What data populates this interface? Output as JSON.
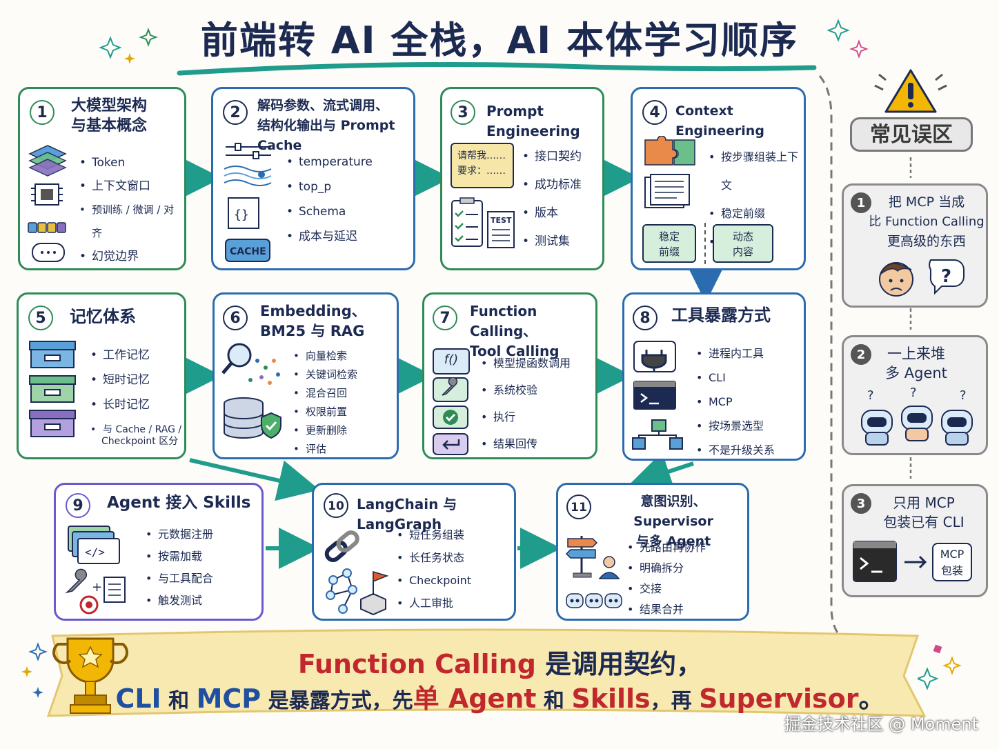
{
  "title": "前端转 AI 全栈，AI 本体学习顺序",
  "colors": {
    "green": "#2e8b57",
    "blue": "#2b6cb0",
    "purple": "#6a5acd",
    "arrow": "#1f9c8c",
    "red": "#c0282d"
  },
  "steps": [
    {
      "n": "1",
      "title1": "大模型架构",
      "title2": "与基本概念",
      "items": [
        "Token",
        "上下文窗口",
        "预训练 / 微调 / 对齐",
        "幻觉边界"
      ]
    },
    {
      "n": "2",
      "title1": "解码参数、流式调用、",
      "title2": "结构化输出与 Prompt Cache",
      "items": [
        "temperature",
        "top_p",
        "Schema",
        "成本与延迟"
      ],
      "cache": "CACHE"
    },
    {
      "n": "3",
      "title1": "Prompt Engineering",
      "items": [
        "接口契约",
        "成功标准",
        "版本",
        "测试集"
      ],
      "note1": "请帮我……",
      "note2": "要求：……",
      "test": "TEST"
    },
    {
      "n": "4",
      "title1": "Context Engineering",
      "items": [
        "按步骤组装上下文",
        "稳定前缀",
        "动态内容"
      ],
      "tag1a": "稳定",
      "tag1b": "前缀",
      "tag2a": "动态",
      "tag2b": "内容"
    },
    {
      "n": "5",
      "title1": "记忆体系",
      "items": [
        "工作记忆",
        "短时记忆",
        "长时记忆",
        "与 Cache / RAG /"
      ],
      "item_cont": "Checkpoint 区分"
    },
    {
      "n": "6",
      "title1": "Embedding、",
      "title2": "BM25 与 RAG",
      "items": [
        "向量检索",
        "关键词检索",
        "混合召回",
        "权限前置",
        "更新删除",
        "评估"
      ]
    },
    {
      "n": "7",
      "title1": "Function Calling、",
      "title2": "Tool Calling",
      "items": [
        "模型提函数调用",
        "系统校验",
        "执行",
        "结果回传"
      ],
      "fx": "f()"
    },
    {
      "n": "8",
      "title1": "工具暴露方式",
      "items": [
        "进程内工具",
        "CLI",
        "MCP",
        "按场景选型",
        "不是升级关系"
      ]
    },
    {
      "n": "9",
      "title1": "Agent 接入 Skills",
      "items": [
        "元数据注册",
        "按需加载",
        "与工具配合",
        "触发测试"
      ]
    },
    {
      "n": "10",
      "title1": "LangChain 与 LangGraph",
      "items": [
        "短任务组装",
        "长任务状态",
        "Checkpoint",
        "人工审批"
      ]
    },
    {
      "n": "11",
      "title1": "意图识别、Supervisor",
      "title2": "与多 Agent",
      "items": [
        "先路由再协作",
        "明确拆分",
        "交接",
        "结果合并"
      ]
    }
  ],
  "mistakes": {
    "title": "常见误区",
    "m1": {
      "n": "1",
      "l1": "把 MCP 当成",
      "l2": "比 Function Calling",
      "l3": "更高级的东西"
    },
    "m2": {
      "n": "2",
      "l1": "一上来堆",
      "l2": "多 Agent"
    },
    "m3": {
      "n": "3",
      "l1": "只用 MCP",
      "l2": "包装已有 CLI",
      "wrap1": "MCP",
      "wrap2": "包装"
    }
  },
  "banner": {
    "l1a": "Function Calling",
    "l1b": " 是调用契约，",
    "l2a": "CLI",
    "l2b": " 和 ",
    "l2c": "MCP",
    "l2d": " 是暴露方式，先",
    "l2e": "单 Agent",
    "l2f": " 和 ",
    "l2g": "Skills",
    "l2h": "，再 ",
    "l2i": "Supervisor",
    "l2j": "。"
  },
  "watermark": "掘金技术社区 @ Moment"
}
